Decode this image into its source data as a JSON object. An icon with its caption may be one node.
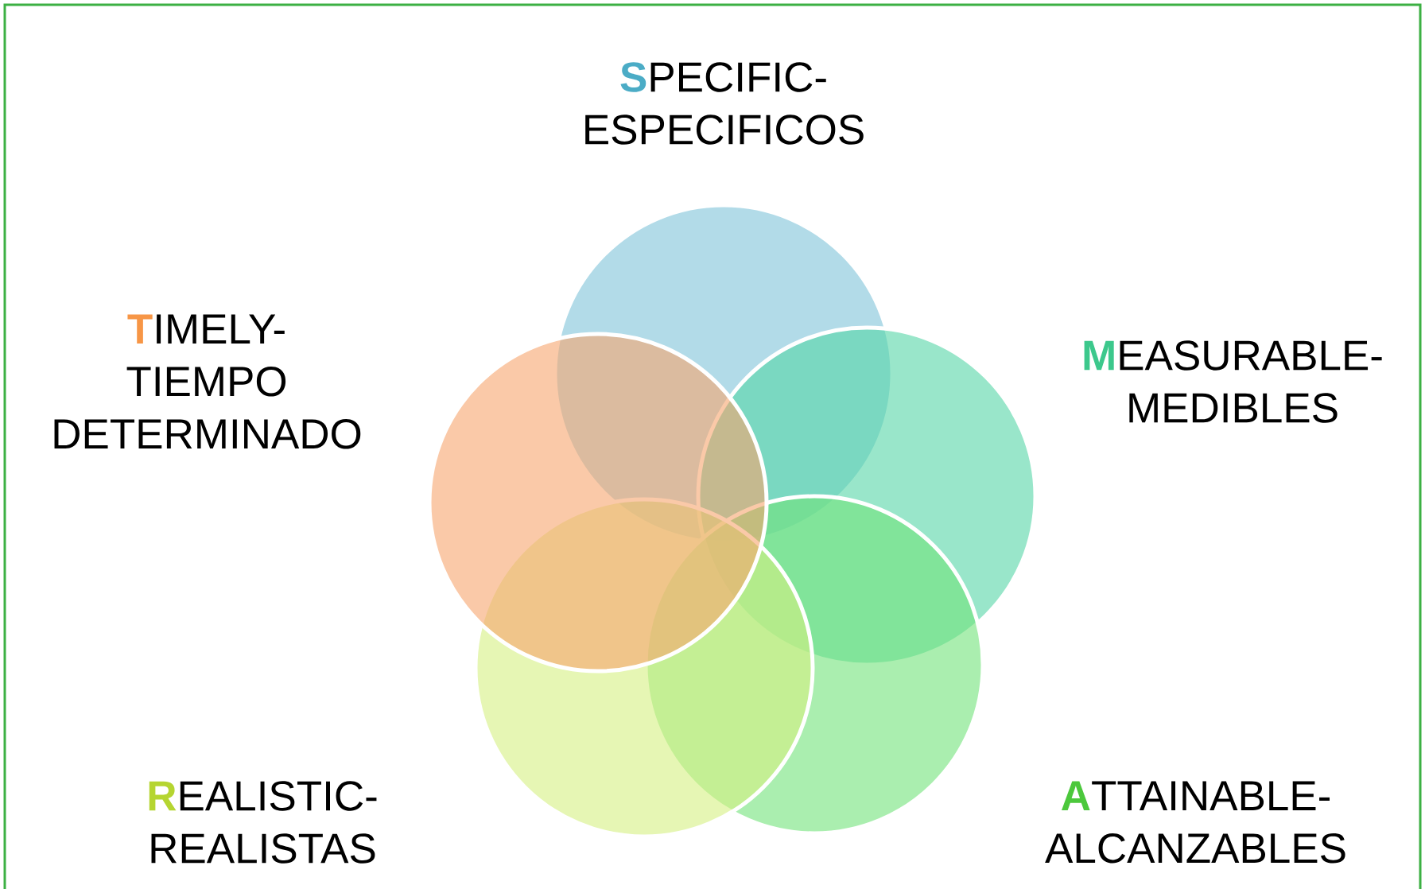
{
  "diagram": {
    "nodes": [
      {
        "text": [],
        "shape": "circle",
        "beside": [
          "**S**PECIFIC- ESPECIFICOS"
        ]
      },
      {
        "text": [],
        "shape": "circle",
        "beside": [
          "**M**EASURABLE- MEDIBLES"
        ]
      },
      {
        "text": [],
        "shape": "circle",
        "beside": [
          "**A**TTAINABLE- ALCANZABLES"
        ]
      },
      {
        "text": [],
        "shape": "circle",
        "beside": [
          "**R**EALISTIC- REALISTAS"
        ]
      },
      {
        "text": [],
        "shape": "circle",
        "beside": [
          "**T**IMELY- TIEMPO DETERMINADO"
        ]
      }
    ]
  }
}
